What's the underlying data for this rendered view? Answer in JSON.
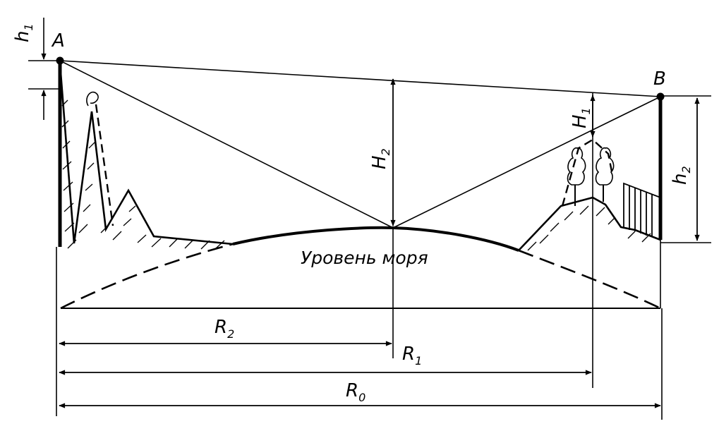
{
  "points": {
    "A": "A",
    "B": "B"
  },
  "labels": {
    "h1": {
      "main": "h",
      "sub": "1"
    },
    "h2": {
      "main": "h",
      "sub": "2"
    },
    "H1": {
      "main": "H",
      "sub": "1"
    },
    "H2": {
      "main": "H",
      "sub": "2"
    },
    "R0": {
      "main": "R",
      "sub": "0"
    },
    "R1": {
      "main": "R",
      "sub": "1"
    },
    "R2": {
      "main": "R",
      "sub": "2"
    }
  },
  "sea_level_caption": "Уровень моря"
}
